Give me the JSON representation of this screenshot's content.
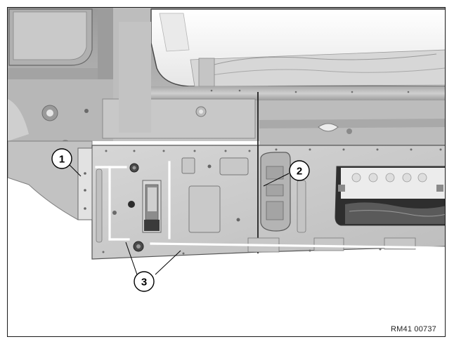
{
  "callouts": [
    {
      "id": "1",
      "label": "1"
    },
    {
      "id": "2",
      "label": "2"
    },
    {
      "id": "3",
      "label": "3"
    }
  ],
  "reference_code": "RM41 00737",
  "colors": {
    "panel_light": "#d2d2d2",
    "panel_mid": "#b8b8b8",
    "panel_dark": "#8e8e8e",
    "shadow": "#5a5a5a",
    "cut_line": "#ffffff",
    "background": "#ffffff"
  }
}
